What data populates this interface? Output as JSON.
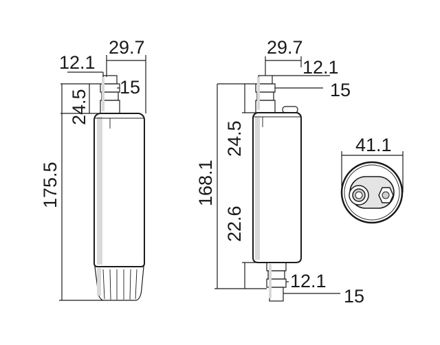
{
  "left_view": {
    "top_width": "29.7",
    "nozzle_outer": "12.1",
    "nozzle_inner": "15",
    "top_height": "24.5",
    "overall_length": "175.5"
  },
  "middle_view": {
    "top_width": "29.7",
    "nozzle_outer": "12.1",
    "nozzle_inner": "15",
    "upper_height": "24.5",
    "lower_height": "22.6",
    "overall_length": "168.1",
    "bottom_nozzle_outer": "12.1",
    "bottom_nozzle_inner": "15"
  },
  "end_view": {
    "diameter": "41.1"
  }
}
